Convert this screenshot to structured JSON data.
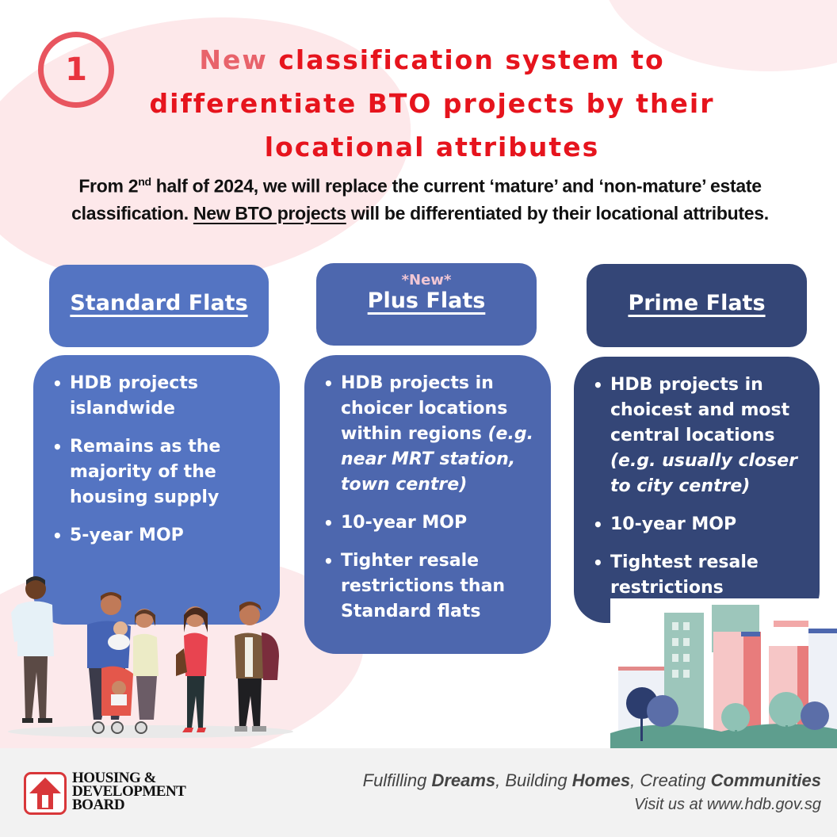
{
  "header": {
    "step_number": "1",
    "headline_new": "New",
    "headline_rest_line1": " classification system to",
    "headline_line2": "differentiate BTO projects by their",
    "headline_line3": "locational attributes"
  },
  "intro": {
    "part1": "From 2",
    "superscript": "nd",
    "part2": " half of 2024, we will replace the current ‘mature’ and ‘non-mature’ estate classification. ",
    "underlined": "New BTO projects",
    "part3": " will be differentiated by their locational attributes."
  },
  "columns": [
    {
      "tag": "",
      "title": "Standard Flats",
      "color": "#5474c2",
      "bullets": [
        {
          "text": "HDB projects islandwide",
          "italic": ""
        },
        {
          "text": "Remains as the majority of the housing supply",
          "italic": ""
        },
        {
          "text": "5-year MOP",
          "italic": ""
        }
      ]
    },
    {
      "tag": "*New*",
      "title": "Plus Flats",
      "color": "#4d67ae",
      "bullets": [
        {
          "text": "HDB projects in choicer locations within regions ",
          "italic": "(e.g. near MRT station,   town centre)"
        },
        {
          "text": "10-year MOP",
          "italic": ""
        },
        {
          "text": "Tighter resale restrictions than Standard flats",
          "italic": ""
        }
      ]
    },
    {
      "tag": "",
      "title": "Prime Flats",
      "color": "#344677",
      "bullets": [
        {
          "text": "HDB projects in choicest and most central locations ",
          "italic": "(e.g. usually closer to  city centre)"
        },
        {
          "text": "10-year MOP",
          "italic": ""
        },
        {
          "text": "Tightest resale restrictions",
          "italic": ""
        }
      ]
    }
  ],
  "footer": {
    "logo_lines": [
      "HOUSING &",
      "DEVELOPMENT",
      "BOARD"
    ],
    "tagline": {
      "w1": "Fulfilling ",
      "b1": "Dreams",
      "w2": ", Building ",
      "b2": "Homes",
      "w3": ", Creating ",
      "b3": "Communities"
    },
    "visit": "Visit us at www.hdb.gov.sg"
  },
  "colors": {
    "headline_red": "#e6141d",
    "circle_red": "#e8555f",
    "standard_blue": "#5474c2",
    "plus_blue": "#4d67ae",
    "prime_navy": "#344677",
    "blob_pink": "#fde8ea",
    "footer_gray": "#f2f2f2",
    "logo_red": "#d8373a"
  }
}
